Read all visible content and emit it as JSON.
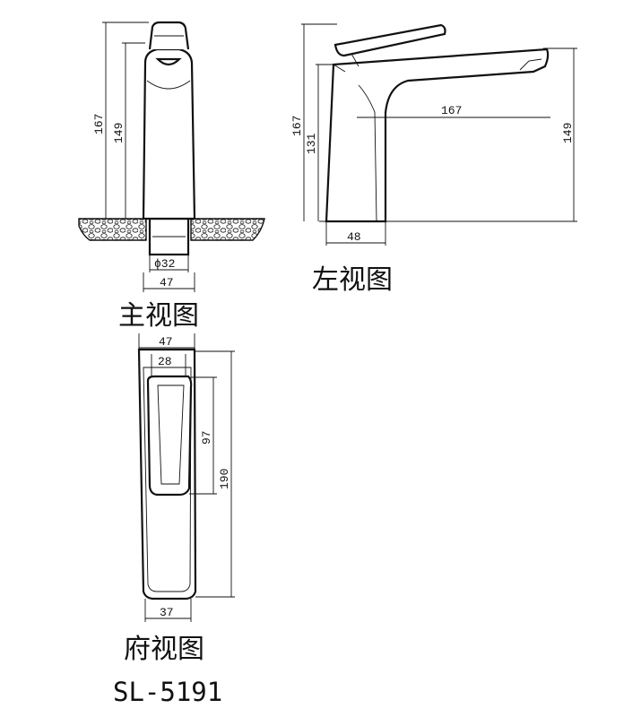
{
  "views": {
    "front": {
      "title": "主视图",
      "dims": {
        "total_height": "167",
        "spout_height": "149",
        "base_diameter": "ϕ32",
        "body_width": "47"
      }
    },
    "left": {
      "title": "左视图",
      "dims": {
        "total_height": "167",
        "spout_height": "131",
        "spout_reach": "167",
        "outlet_height": "149",
        "base_depth": "48"
      }
    },
    "top": {
      "title": "府视图",
      "dims": {
        "top_width": "47",
        "handle_width": "28",
        "handle_length": "97",
        "total_length": "190",
        "bottom_width": "37"
      }
    }
  },
  "model": "SL-5191"
}
